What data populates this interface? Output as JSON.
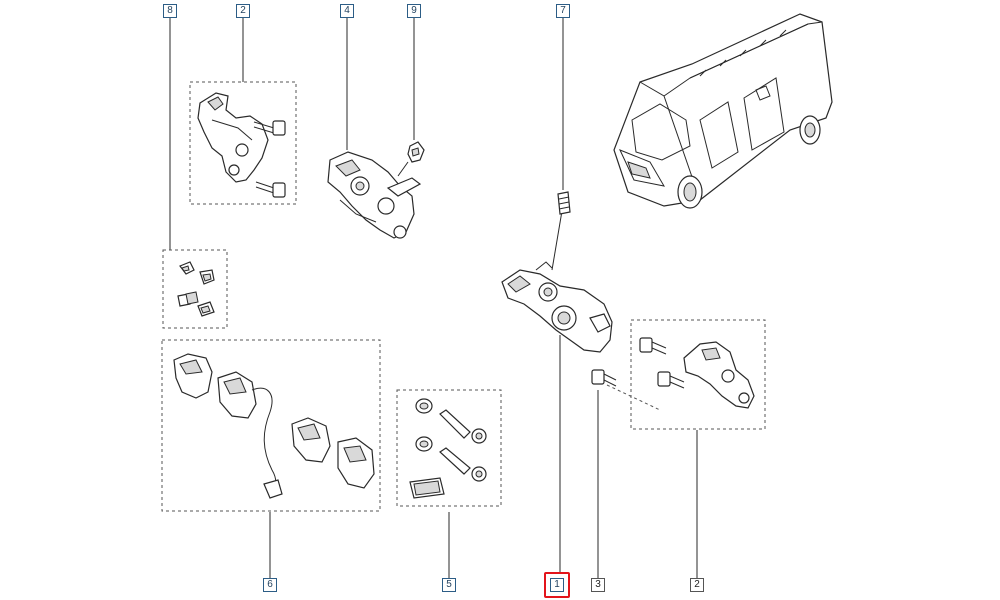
{
  "callouts": {
    "c8": "8",
    "c2_top": "2",
    "c4": "4",
    "c9": "9",
    "c7": "7",
    "c6": "6",
    "c5": "5",
    "c1": "1",
    "c3": "3",
    "c2_bottom": "2"
  },
  "colors": {
    "outline": "#2a2a2a",
    "callout_border": "#2c5d86",
    "highlight": "#e3141b",
    "box_dash": "#555555"
  },
  "highlighted_callout": "1"
}
